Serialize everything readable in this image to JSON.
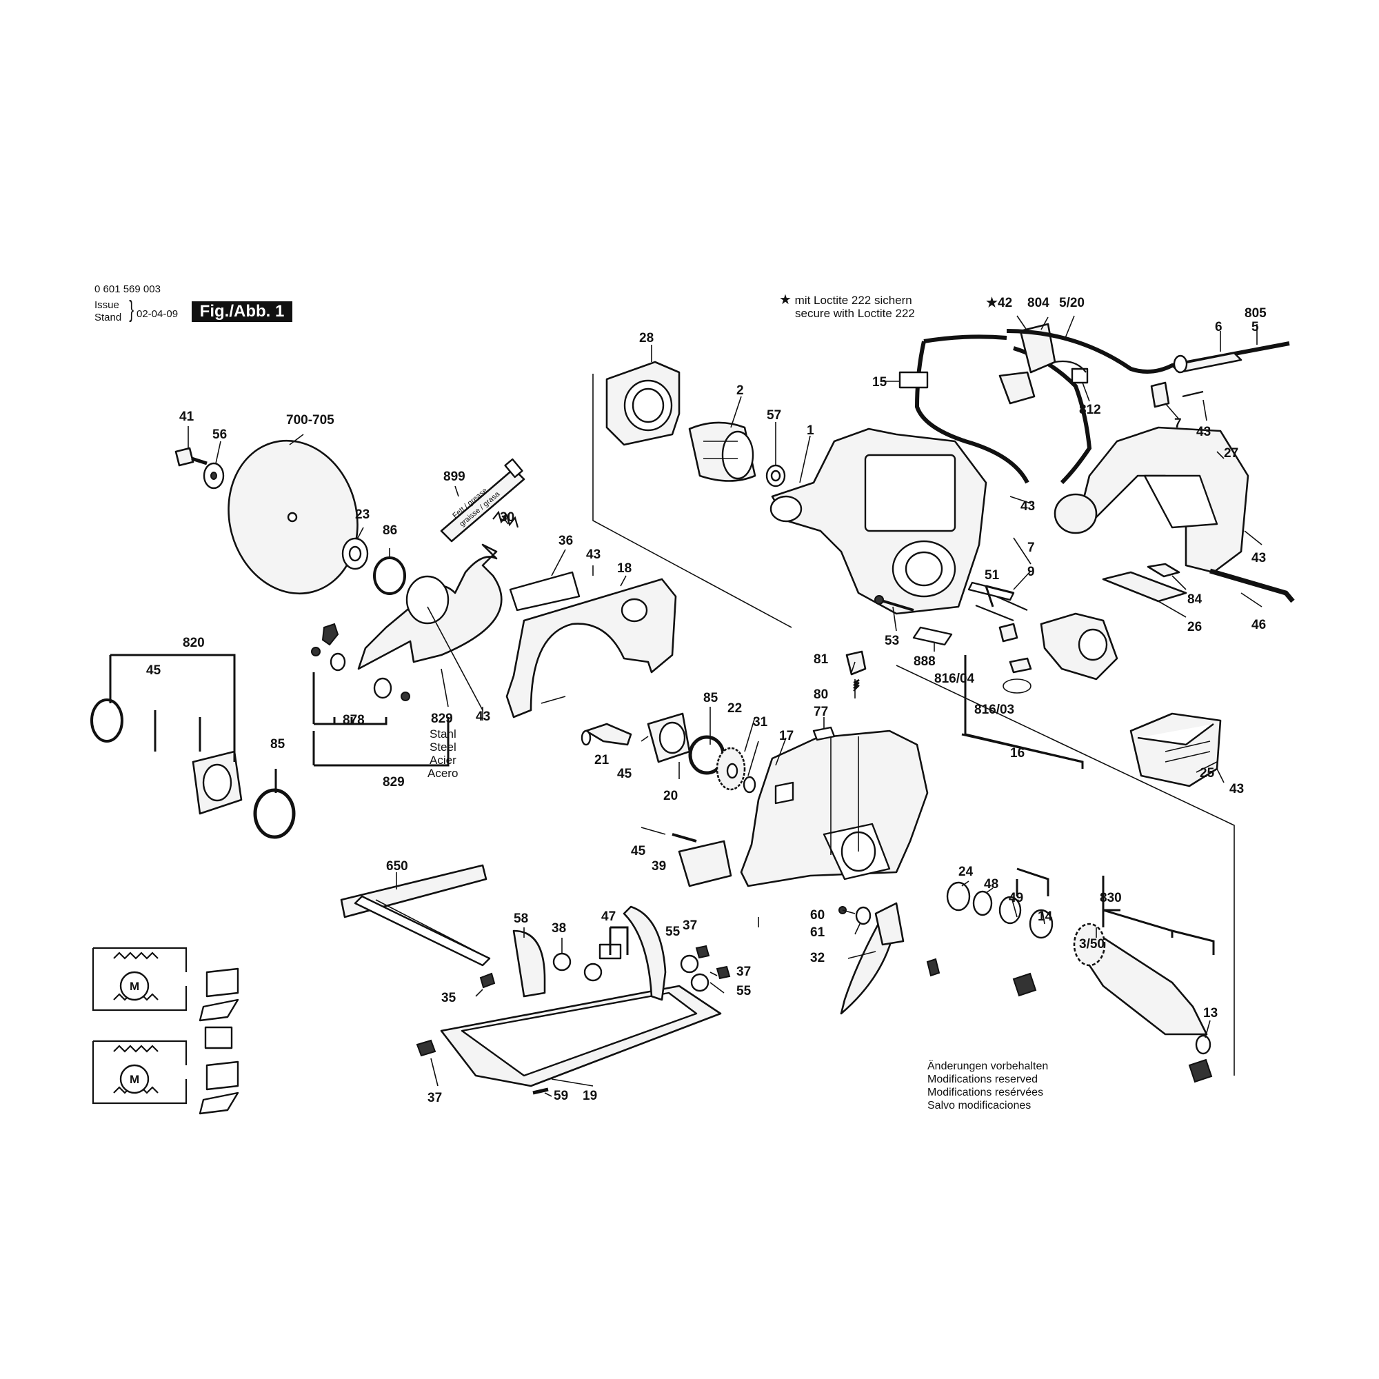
{
  "header": {
    "doc_number": "0 601 569 003",
    "issue_label": "Issue",
    "stand_label": "Stand",
    "date": "02-04-09",
    "figure_label": "Fig./Abb. 1"
  },
  "loctite_note": {
    "symbol": "★",
    "line_de": "mit Loctite 222 sichern",
    "line_en": "secure with Loctite 222"
  },
  "material_note": [
    "Stahl",
    "Steel",
    "Acier",
    "Acero"
  ],
  "grease_tube_text": [
    "Fett / grease",
    "graisse / grasa"
  ],
  "remarks": [
    "Änderungen vorbehalten",
    "Modifications reserved",
    "Modifications resérvées",
    "Salvo modificaciones"
  ],
  "motor_symbol": "M",
  "part_labels": {
    "p28": "28",
    "p2": "2",
    "p57": "57",
    "p1": "1",
    "p42": "★42",
    "p804": "804",
    "p5_20": "5/20",
    "p805": "805",
    "p6": "6",
    "p5": "5",
    "p15": "15",
    "p812": "812",
    "p7a": "7",
    "p43a": "43",
    "p27": "27",
    "p43b": "43",
    "p7b": "7",
    "p9": "9",
    "p43c": "43",
    "p84": "84",
    "p46": "46",
    "p26": "26",
    "p51": "51",
    "p53": "53",
    "p888": "888",
    "p816_04": "816/04",
    "p816_03": "816/03",
    "p16": "16",
    "p41": "41",
    "p56": "56",
    "p700": "700-705",
    "p899": "899",
    "p30": "30",
    "p23": "23",
    "p86": "86",
    "p36": "36",
    "p43d": "43",
    "p18": "18",
    "p820": "820",
    "p45a": "45",
    "p85a": "85",
    "p878": "878",
    "p829a": "829",
    "p829b": "829",
    "p43e": "43",
    "p81": "81",
    "p80": "80",
    "p77": "77",
    "p85b": "85",
    "p22": "22",
    "p31": "31",
    "p17": "17",
    "p21": "21",
    "p45b": "45",
    "p20": "20",
    "p25": "25",
    "p43f": "43",
    "p650": "650",
    "p45c": "45",
    "p39": "39",
    "p24": "24",
    "p48": "48",
    "p49": "49",
    "p830": "830",
    "p14": "14",
    "p3_50": "3/50",
    "p58": "58",
    "p38": "38",
    "p47": "47",
    "p55a": "55",
    "p37a": "37",
    "p37b": "37",
    "p55b": "55",
    "p60": "60",
    "p61": "61",
    "p32": "32",
    "p13": "13",
    "p35": "35",
    "p37c": "37",
    "p59": "59",
    "p19": "19"
  }
}
